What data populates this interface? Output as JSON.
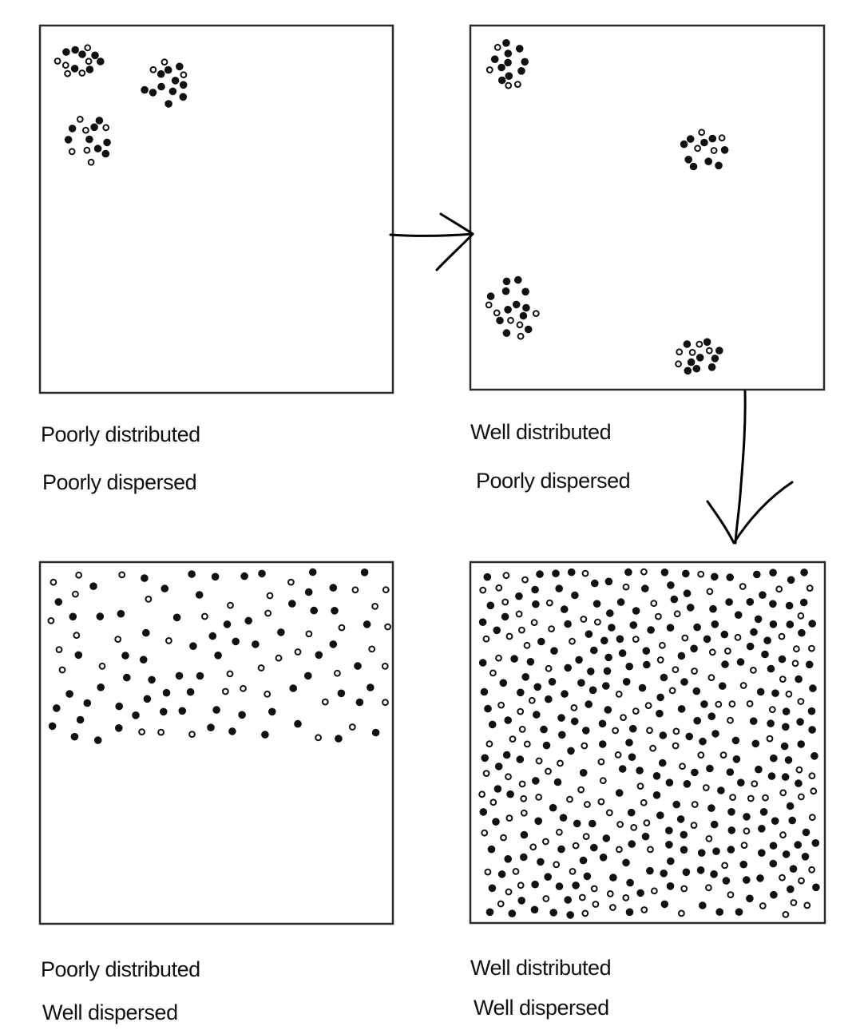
{
  "panels": [
    {
      "id": "top-left",
      "caption_line1": "Poorly distributed",
      "caption_line2": "Poorly dispersed",
      "distribution": "poor",
      "dispersion": "poor",
      "cluster_count": 3,
      "particle_count_approx": 40
    },
    {
      "id": "top-right",
      "caption_line1": "Well distributed",
      "caption_line2": "Poorly dispersed",
      "distribution": "well",
      "dispersion": "poor",
      "cluster_count": 4,
      "particle_count_approx": 60
    },
    {
      "id": "bottom-left",
      "caption_line1": "Poorly distributed",
      "caption_line2": "Well dispersed",
      "distribution": "poor",
      "dispersion": "well",
      "particle_count_approx": 110
    },
    {
      "id": "bottom-right",
      "caption_line1": "Well distributed",
      "caption_line2": "Well dispersed",
      "distribution": "well",
      "dispersion": "well",
      "particle_count_approx": 420
    }
  ],
  "arrows": [
    {
      "from": "top-left",
      "to": "top-right",
      "style": "hand-drawn"
    },
    {
      "from": "top-right",
      "to": "bottom-right",
      "style": "hand-drawn"
    }
  ],
  "colors": {
    "particle": "#111111",
    "box_border": "#2a2a2a",
    "background": "#ffffff"
  }
}
